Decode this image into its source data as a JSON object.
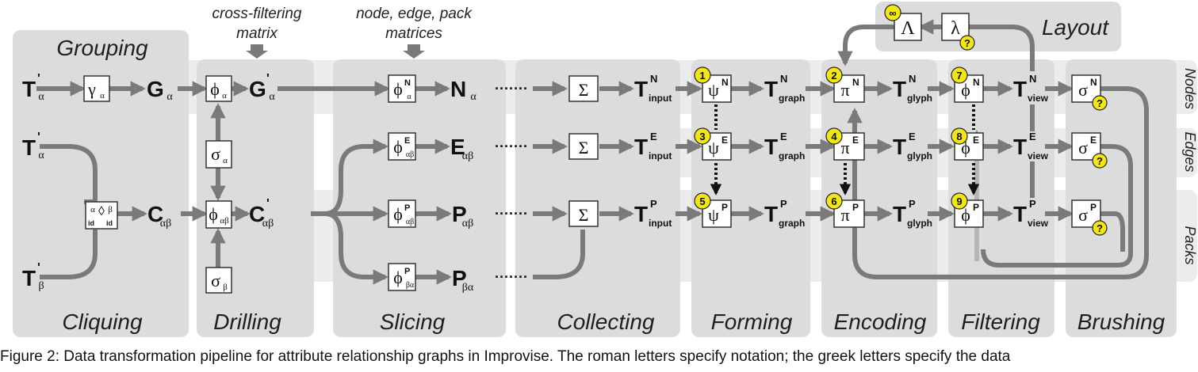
{
  "annotations": {
    "crossfilter": [
      "cross-filtering",
      "matrix"
    ],
    "nodeedgepack": [
      "node, edge, pack",
      "matrices"
    ]
  },
  "stages": {
    "grouping": "Grouping",
    "cliquing": "Cliquing",
    "drilling": "Drilling",
    "slicing": "Slicing",
    "collecting": "Collecting",
    "forming": "Forming",
    "encoding": "Encoding",
    "filtering": "Filtering",
    "brushing": "Brushing",
    "layout": "Layout"
  },
  "lanes": {
    "nodes": "Nodes",
    "edges": "Edges",
    "packs": "Packs"
  },
  "symbols": {
    "T": "T",
    "G": "G",
    "C": "C",
    "N": "N",
    "E": "E",
    "P": "P",
    "alpha": "α",
    "beta": "β",
    "ab": "αβ",
    "ba": "βα",
    "prime": "'",
    "sup_N": "N",
    "sup_E": "E",
    "sup_P": "P",
    "input": "input",
    "graph": "graph",
    "glyph": "glyph",
    "view": "view",
    "dots": "·······"
  },
  "operators": {
    "gamma": "γ",
    "phi": "ϕ",
    "sigma": "σ",
    "Sigma": "Σ",
    "psi": "ψ",
    "pi": "π",
    "Lambda": "Λ",
    "lambda": "λ",
    "clique_a": "α",
    "clique_b": "β",
    "clique_id": "id",
    "clique_diamond": "◊"
  },
  "badges": {
    "n1": "1",
    "n2": "2",
    "n3": "3",
    "n4": "4",
    "n5": "5",
    "n6": "6",
    "n7": "7",
    "n8": "8",
    "n9": "9",
    "inf": "∞",
    "q": "?"
  },
  "colors": {
    "panel": "#dcdcdc",
    "arrow": "#7a7a7a",
    "badge": "#f2e51a",
    "box": "#ffffff"
  },
  "caption": "Figure 2: Data transformation pipeline for attribute relationship graphs in Improvise. The roman letters specify notation; the greek letters specify the data"
}
